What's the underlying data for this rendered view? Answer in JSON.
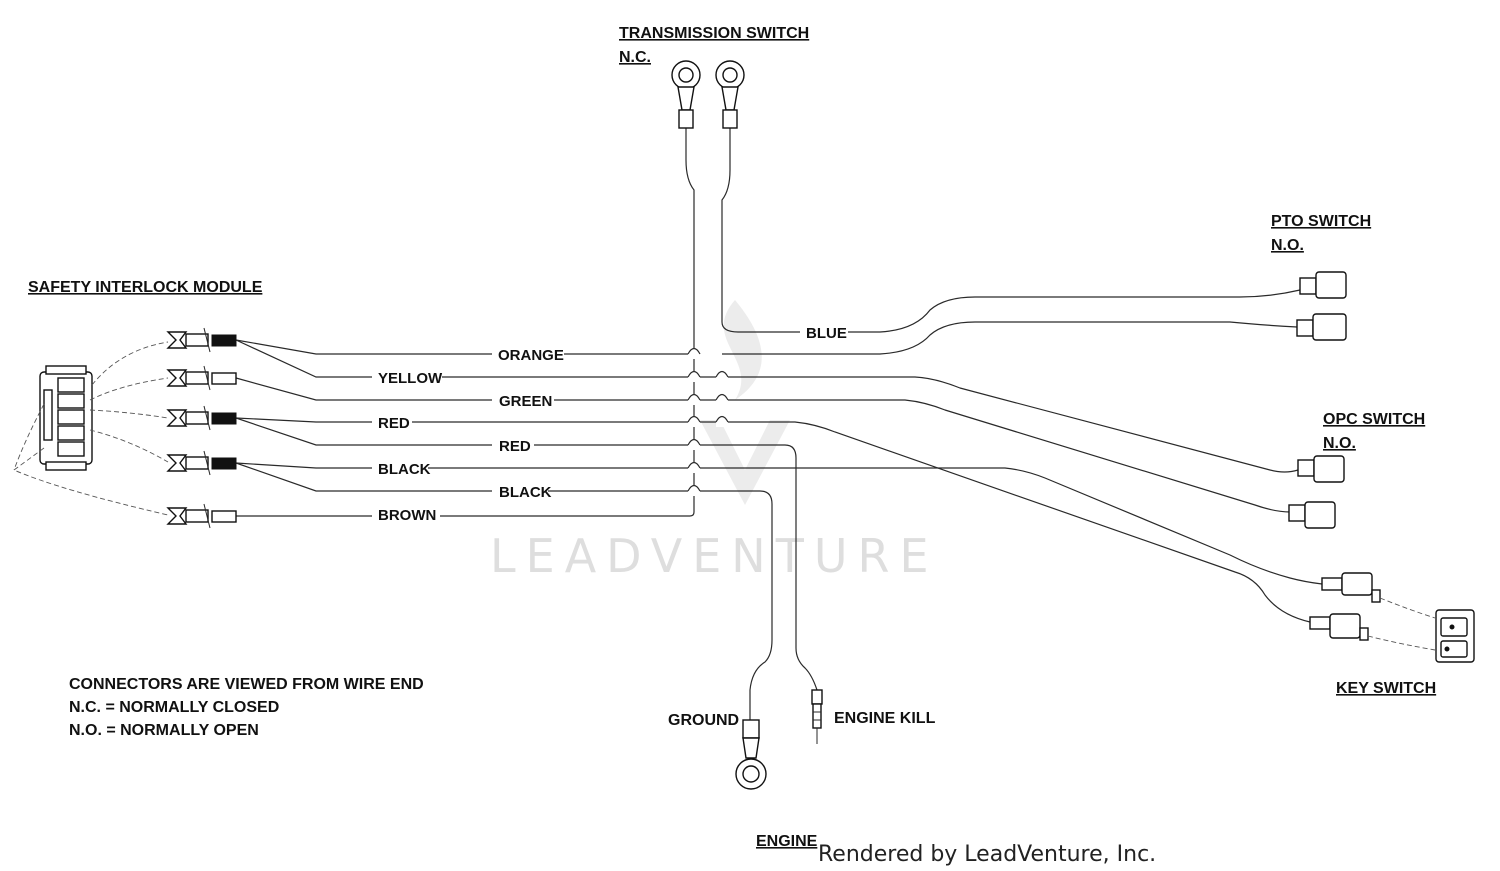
{
  "components": {
    "transmission_switch": {
      "title": "TRANSMISSION SWITCH",
      "type": "N.C."
    },
    "pto_switch": {
      "title": "PTO SWITCH",
      "type": "N.O."
    },
    "opc_switch": {
      "title": "OPC SWITCH",
      "type": "N.O."
    },
    "safety_interlock_module": {
      "title": "SAFETY INTERLOCK MODULE"
    },
    "key_switch": {
      "title": "KEY SWITCH"
    },
    "ground": {
      "label": "GROUND"
    },
    "engine_kill": {
      "label": "ENGINE KILL"
    },
    "engine": {
      "title": "ENGINE"
    }
  },
  "wires": {
    "orange": "ORANGE",
    "yellow": "YELLOW",
    "green": "GREEN",
    "red_1": "RED",
    "red_2": "RED",
    "black_1": "BLACK",
    "black_2": "BLACK",
    "brown": "BROWN",
    "blue": "BLUE"
  },
  "notes": [
    "CONNECTORS ARE VIEWED FROM WIRE END",
    "N.C. = NORMALLY CLOSED",
    "N.O. = NORMALLY OPEN"
  ],
  "watermark": "LEADVENTURE",
  "credit": "Rendered by LeadVenture, Inc.",
  "colors": {
    "line": "#2a2a2a",
    "watermark": "#dedede"
  }
}
